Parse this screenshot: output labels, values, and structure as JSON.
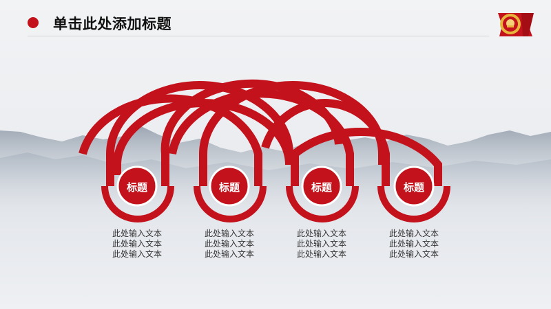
{
  "slide": {
    "title": "单击此处添加标题",
    "accent_color": "#c3121b"
  },
  "emblem": {
    "icon": "party-emblem-icon"
  },
  "nodes": [
    {
      "label": "标题",
      "lines": [
        "此处输入文本",
        "此处输入文本",
        "此处输入文本"
      ]
    },
    {
      "label": "标题",
      "lines": [
        "此处输入文本",
        "此处输入文本",
        "此处输入文本"
      ]
    },
    {
      "label": "标题",
      "lines": [
        "此处输入文本",
        "此处输入文本",
        "此处输入文本"
      ]
    },
    {
      "label": "标题",
      "lines": [
        "此处输入文本",
        "此处输入文本",
        "此处输入文本"
      ]
    }
  ]
}
